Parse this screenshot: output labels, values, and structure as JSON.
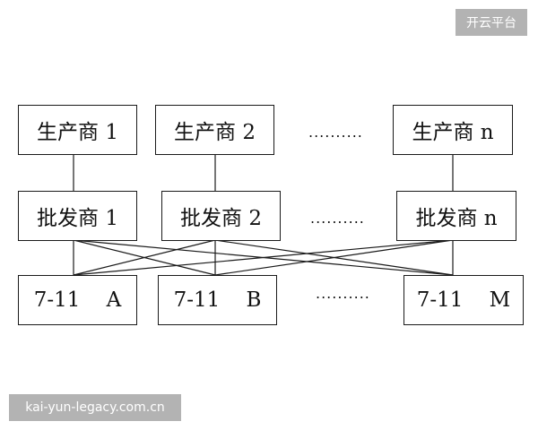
{
  "watermarks": {
    "top_right": "开云平台",
    "bottom_left": "kai-yun-legacy.com.cn"
  },
  "producers": [
    "生产商 1",
    "生产商 2",
    "生产商 n"
  ],
  "wholesalers": [
    "批发商 1",
    "批发商 2",
    "批发商 n"
  ],
  "stores": [
    "7-11    A",
    "7-11    B",
    "7-11    M"
  ],
  "ellipsis": "..........",
  "colors": {
    "line": "#1a1a1a",
    "watermark_bg": "#b3b3b3"
  }
}
